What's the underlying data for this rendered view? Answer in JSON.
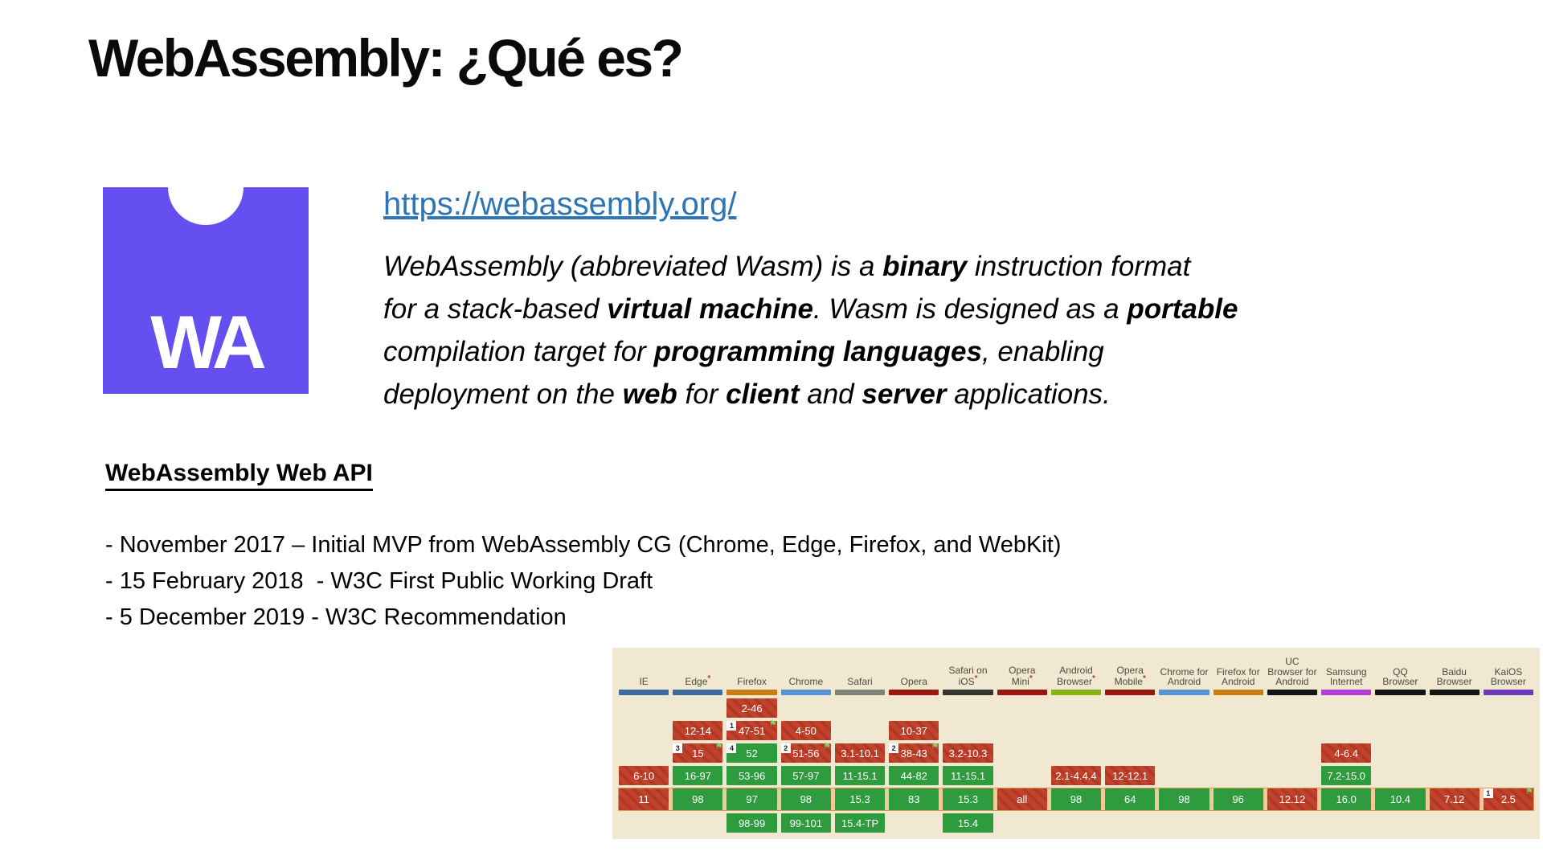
{
  "slide": {
    "title": "WebAssembly: ¿Qué es?"
  },
  "logo": {
    "text": "WA",
    "color": "#654ff0"
  },
  "link": {
    "text": "https://webassembly.org/",
    "color": "#2e75b5"
  },
  "description": {
    "lines": [
      [
        {
          "text": "WebAssembly (abbreviated Wasm) is a ",
          "bold": false
        },
        {
          "text": "binary",
          "bold": true
        },
        {
          "text": " instruction format",
          "bold": false
        }
      ],
      [
        {
          "text": "for a stack-based ",
          "bold": false
        },
        {
          "text": "virtual machine",
          "bold": true
        },
        {
          "text": ". Wasm is designed as a ",
          "bold": false
        },
        {
          "text": "portable",
          "bold": true
        }
      ],
      [
        {
          "text": "compilation target for ",
          "bold": false
        },
        {
          "text": "programming languages",
          "bold": true
        },
        {
          "text": ", enabling",
          "bold": false
        }
      ],
      [
        {
          "text": "deployment on the ",
          "bold": false
        },
        {
          "text": "web",
          "bold": true
        },
        {
          "text": " for ",
          "bold": false
        },
        {
          "text": "client",
          "bold": true
        },
        {
          "text": " and ",
          "bold": false
        },
        {
          "text": "server",
          "bold": true
        },
        {
          "text": " applications.",
          "bold": false
        }
      ]
    ]
  },
  "section": {
    "heading": "WebAssembly Web API",
    "bullets": [
      "- November 2017 – Initial MVP from WebAssembly CG (Chrome, Edge, Firefox, and WebKit)",
      "- 15 February 2018  - W3C First Public Working Draft",
      "- 5 December 2019 - W3C Recommendation"
    ]
  },
  "compat_table": {
    "colors": {
      "panel": "#f1e8d1",
      "supported": "#2e9b3f",
      "unsupported": "#c2422c",
      "current_row_bg": "#eecb96",
      "current_row_border": "#d89a4c",
      "asterisk": "#c0392b",
      "header_text": "#4f4a3f",
      "note_bg": "#fdfdfd",
      "flag": "#7ed06a"
    },
    "rows": 6,
    "current_row": 4,
    "columns": [
      {
        "label": "IE",
        "asterisk": false,
        "bar_color": "#3e6a9e",
        "cells": [
          null,
          null,
          null,
          {
            "text": "6-10",
            "status": "n"
          },
          {
            "text": "11",
            "status": "n"
          },
          null
        ]
      },
      {
        "label": "Edge",
        "asterisk": true,
        "bar_color": "#3e6a9e",
        "cells": [
          null,
          {
            "text": "12-14",
            "status": "n"
          },
          {
            "text": "15",
            "status": "n",
            "note": "3",
            "flag": true
          },
          {
            "text": "16-97",
            "status": "y"
          },
          {
            "text": "98",
            "status": "y"
          },
          null
        ]
      },
      {
        "label": "Firefox",
        "asterisk": false,
        "bar_color": "#c87d10",
        "cells": [
          {
            "text": "2-46",
            "status": "n"
          },
          {
            "text": "47-51",
            "status": "n",
            "note": "1",
            "flag": true
          },
          {
            "text": "52",
            "status": "y",
            "note": "4"
          },
          {
            "text": "53-96",
            "status": "y"
          },
          {
            "text": "97",
            "status": "y"
          },
          {
            "text": "98-99",
            "status": "y"
          }
        ]
      },
      {
        "label": "Chrome",
        "asterisk": false,
        "bar_color": "#5693d2",
        "cells": [
          null,
          {
            "text": "4-50",
            "status": "n"
          },
          {
            "text": "51-56",
            "status": "n",
            "note": "2",
            "flag": true
          },
          {
            "text": "57-97",
            "status": "y"
          },
          {
            "text": "98",
            "status": "y"
          },
          {
            "text": "99-101",
            "status": "y"
          }
        ]
      },
      {
        "label": "Safari",
        "asterisk": false,
        "bar_color": "#7e837a",
        "cells": [
          null,
          null,
          {
            "text": "3.1-10.1",
            "status": "n"
          },
          {
            "text": "11-15.1",
            "status": "y"
          },
          {
            "text": "15.3",
            "status": "y"
          },
          {
            "text": "15.4-TP",
            "status": "y"
          }
        ]
      },
      {
        "label": "Opera",
        "asterisk": false,
        "bar_color": "#99180e",
        "cells": [
          null,
          {
            "text": "10-37",
            "status": "n"
          },
          {
            "text": "38-43",
            "status": "n",
            "note": "2",
            "flag": true
          },
          {
            "text": "44-82",
            "status": "y"
          },
          {
            "text": "83",
            "status": "y"
          },
          null
        ]
      },
      {
        "label": "Safari on iOS",
        "asterisk": true,
        "bar_color": "#34352f",
        "cells": [
          null,
          null,
          {
            "text": "3.2-10.3",
            "status": "n"
          },
          {
            "text": "11-15.1",
            "status": "y"
          },
          {
            "text": "15.3",
            "status": "y"
          },
          {
            "text": "15.4",
            "status": "y"
          }
        ]
      },
      {
        "label": "Opera Mini",
        "asterisk": true,
        "bar_color": "#99180e",
        "cells": [
          null,
          null,
          null,
          null,
          {
            "text": "all",
            "status": "n"
          },
          null
        ]
      },
      {
        "label": "Android Browser",
        "asterisk": true,
        "bar_color": "#86b315",
        "cells": [
          null,
          null,
          null,
          {
            "text": "2.1-4.4.4",
            "status": "n"
          },
          {
            "text": "98",
            "status": "y"
          },
          null
        ]
      },
      {
        "label": "Opera Mobile",
        "asterisk": true,
        "bar_color": "#99180e",
        "cells": [
          null,
          null,
          null,
          {
            "text": "12-12.1",
            "status": "n"
          },
          {
            "text": "64",
            "status": "y"
          },
          null
        ]
      },
      {
        "label": "Chrome for Android",
        "asterisk": false,
        "bar_color": "#5693d2",
        "cells": [
          null,
          null,
          null,
          null,
          {
            "text": "98",
            "status": "y"
          },
          null
        ]
      },
      {
        "label": "Firefox for Android",
        "asterisk": false,
        "bar_color": "#c87d10",
        "cells": [
          null,
          null,
          null,
          null,
          {
            "text": "96",
            "status": "y"
          },
          null
        ]
      },
      {
        "label": "UC Browser for Android",
        "asterisk": false,
        "bar_color": "#141414",
        "cells": [
          null,
          null,
          null,
          null,
          {
            "text": "12.12",
            "status": "n"
          },
          null
        ]
      },
      {
        "label": "Samsung Internet",
        "asterisk": false,
        "bar_color": "#b13ed3",
        "cells": [
          null,
          null,
          {
            "text": "4-6.4",
            "status": "n"
          },
          {
            "text": "7.2-15.0",
            "status": "y"
          },
          {
            "text": "16.0",
            "status": "y"
          },
          null
        ]
      },
      {
        "label": "QQ Browser",
        "asterisk": false,
        "bar_color": "#141414",
        "cells": [
          null,
          null,
          null,
          null,
          {
            "text": "10.4",
            "status": "y"
          },
          null
        ]
      },
      {
        "label": "Baidu Browser",
        "asterisk": false,
        "bar_color": "#141414",
        "cells": [
          null,
          null,
          null,
          null,
          {
            "text": "7.12",
            "status": "n"
          },
          null
        ]
      },
      {
        "label": "KaiOS Browser",
        "asterisk": false,
        "bar_color": "#6d3bb8",
        "cells": [
          null,
          null,
          null,
          null,
          {
            "text": "2.5",
            "status": "n",
            "note": "1",
            "flag": true
          },
          null
        ]
      }
    ]
  }
}
